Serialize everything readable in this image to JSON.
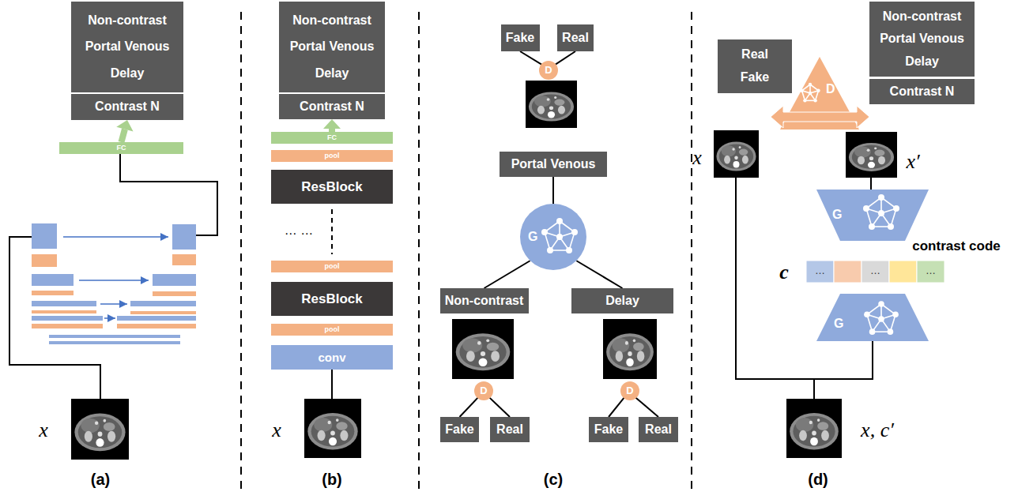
{
  "diagram": {
    "nodes": [
      {
        "text": [
          "Non-contrast",
          "Portal Venous",
          "Delay"
        ]
      },
      {
        "text": [
          "Contrast N"
        ]
      },
      {
        "text": [
          "FC"
        ]
      },
      {
        "text": [
          "Non-contrast",
          "Portal Venous",
          "Delay"
        ]
      },
      {
        "text": [
          "Contrast N"
        ]
      },
      {
        "text": [
          "FC"
        ]
      },
      {
        "text": [
          "pool"
        ]
      },
      {
        "text": [
          "ResBlock"
        ]
      },
      {
        "text": [
          "pool"
        ]
      },
      {
        "text": [
          "ResBlock"
        ]
      },
      {
        "text": [
          "pool"
        ]
      },
      {
        "text": [
          "conv"
        ]
      },
      {
        "text": [
          "Fake"
        ]
      },
      {
        "text": [
          "Real"
        ]
      },
      {
        "text": [
          "D"
        ]
      },
      {
        "text": [
          "Portal Venous"
        ]
      },
      {
        "text": [
          "G"
        ]
      },
      {
        "text": [
          "Non-contrast"
        ]
      },
      {
        "text": [
          "Delay"
        ]
      },
      {
        "text": [
          "D"
        ]
      },
      {
        "text": [
          "Fake"
        ]
      },
      {
        "text": [
          "Real"
        ]
      },
      {
        "text": [
          "D"
        ]
      },
      {
        "text": [
          "Fake"
        ]
      },
      {
        "text": [
          "Real"
        ]
      },
      {
        "text": [
          "Real",
          "Fake"
        ]
      },
      {
        "text": [
          "D"
        ]
      },
      {
        "text": [
          "Non-contrast",
          "Portal Venous",
          "Delay"
        ]
      },
      {
        "text": [
          "Contrast N"
        ]
      },
      {
        "text": [
          "G"
        ]
      },
      {
        "text": [
          "G"
        ]
      }
    ],
    "edges": [
      {
        "from": 2,
        "to": 1,
        "arrow": "to"
      },
      {
        "from": 5,
        "to": 4,
        "arrow": "to"
      },
      {
        "from": 12,
        "to": 14,
        "arrow": "none"
      },
      {
        "from": 13,
        "to": 14,
        "arrow": "none"
      },
      {
        "from": 15,
        "to": 16,
        "arrow": "none"
      },
      {
        "from": 16,
        "to": 17,
        "arrow": "none"
      },
      {
        "from": 16,
        "to": 18,
        "arrow": "none"
      },
      {
        "from": 19,
        "to": 20,
        "arrow": "none"
      },
      {
        "from": 19,
        "to": 21,
        "arrow": "none"
      },
      {
        "from": 22,
        "to": 23,
        "arrow": "none"
      },
      {
        "from": 22,
        "to": 24,
        "arrow": "none"
      }
    ],
    "labels": [
      "x",
      "(a)",
      "… …",
      "x",
      "(b)",
      "(c)",
      "x",
      "x′",
      "contrast code",
      "c",
      "…",
      "…",
      "…",
      "x, c′",
      "(d)"
    ]
  }
}
